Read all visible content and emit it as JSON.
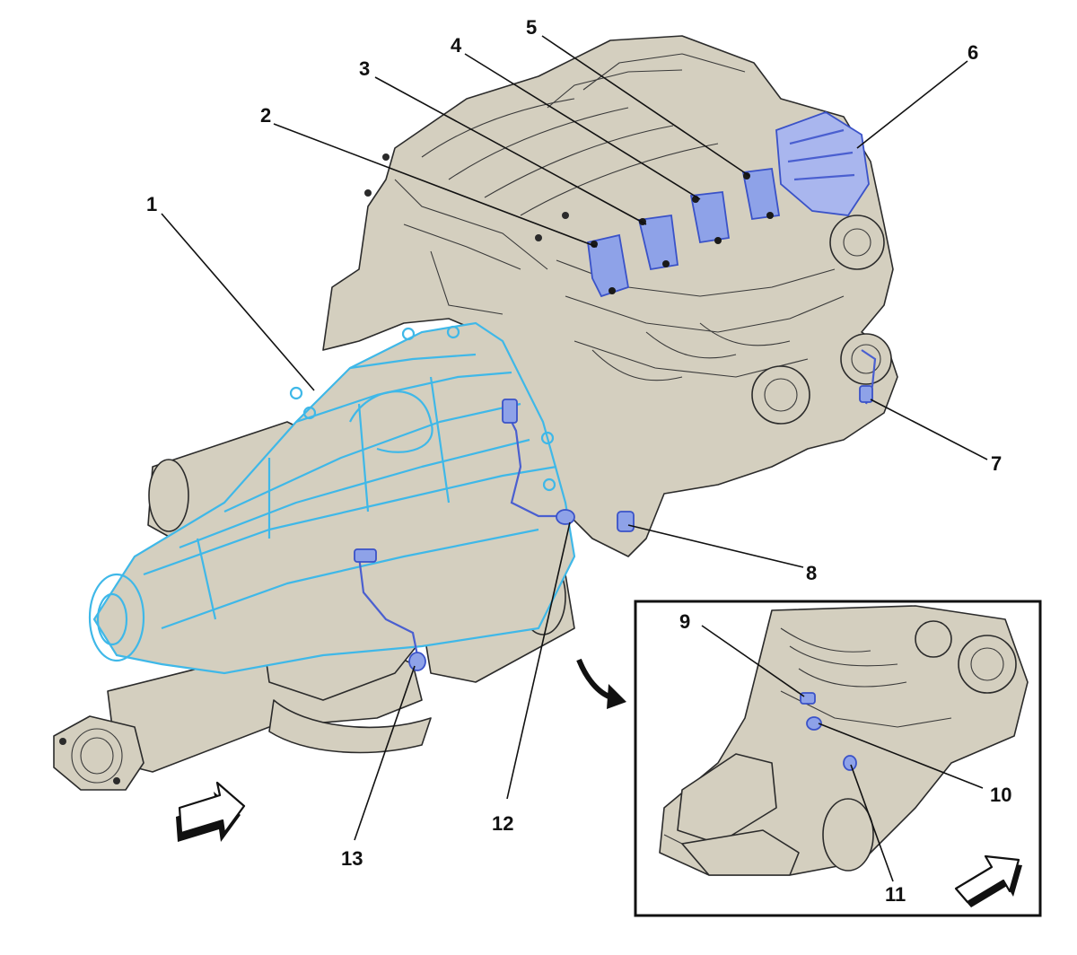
{
  "diagram": {
    "callouts": [
      {
        "id": "1",
        "label": "1"
      },
      {
        "id": "2",
        "label": "2"
      },
      {
        "id": "3",
        "label": "3"
      },
      {
        "id": "4",
        "label": "4"
      },
      {
        "id": "5",
        "label": "5"
      },
      {
        "id": "6",
        "label": "6"
      },
      {
        "id": "7",
        "label": "7"
      },
      {
        "id": "8",
        "label": "8"
      },
      {
        "id": "9",
        "label": "9"
      },
      {
        "id": "10",
        "label": "10"
      },
      {
        "id": "11",
        "label": "11"
      },
      {
        "id": "12",
        "label": "12"
      },
      {
        "id": "13",
        "label": "13"
      }
    ],
    "colors": {
      "engine_body": "#d4cfbf",
      "transmission_highlight": "#3fb8e8",
      "component_highlight": "#8ea2e8",
      "outline": "#2b2b2b"
    }
  }
}
